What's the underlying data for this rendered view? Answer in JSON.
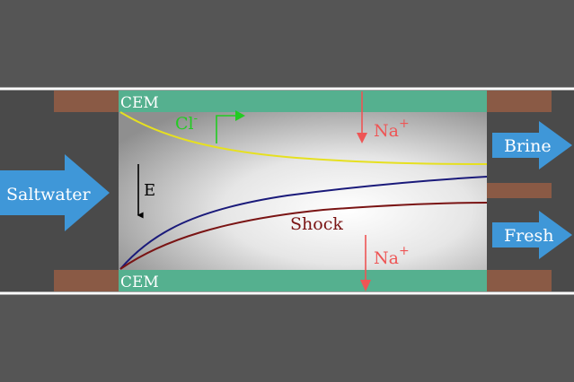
{
  "colors": {
    "background": "#555555",
    "channel_border": "#ffffff",
    "membrane": "#55b08f",
    "spacer": "#8a5a45",
    "flow_arrow": "#3f97d8",
    "cl_label": "#22cc22",
    "na_label": "#ee5555",
    "shock_label": "#7a1414",
    "curve_yellow": "#e6e020",
    "curve_navy": "#1a1a7a",
    "curve_darkred": "#7a1414"
  },
  "membranes": {
    "top_label": "CEM",
    "bottom_label": "CEM"
  },
  "flows": {
    "inlet_label": "Saltwater",
    "brine_label": "Brine",
    "fresh_label": "Fresh"
  },
  "field": {
    "label": "E"
  },
  "ions": {
    "chloride": {
      "symbol": "Cl",
      "charge": "-"
    },
    "sodium_top": {
      "symbol": "Na",
      "charge": "+"
    },
    "sodium_bottom": {
      "symbol": "Na",
      "charge": "+"
    }
  },
  "shock": {
    "label": "Shock"
  }
}
